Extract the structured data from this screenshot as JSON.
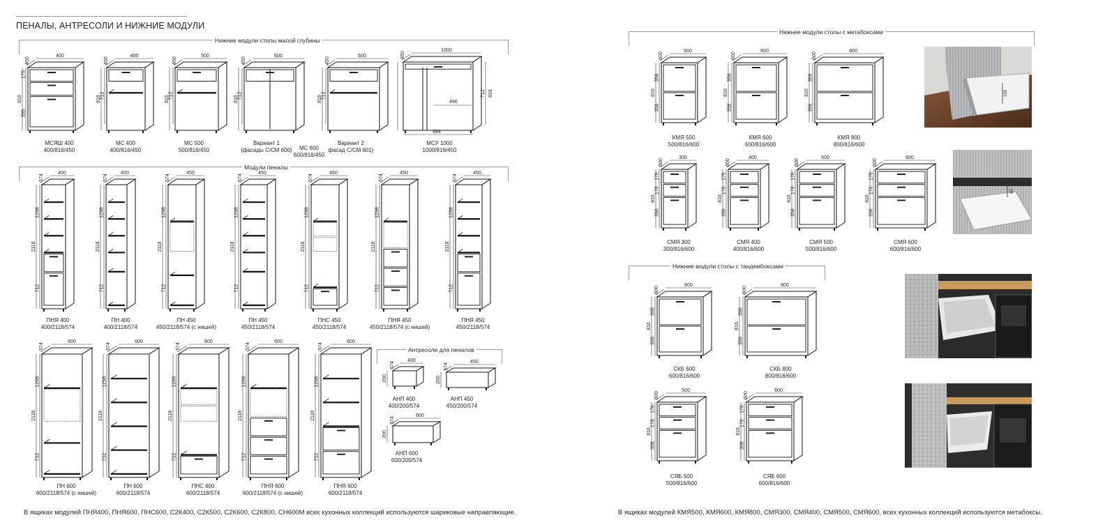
{
  "page_title": "ПЕНАЛЫ, АНТРЕСОЛИ И НИЖНИЕ МОДУЛИ",
  "sections": {
    "shallow": "Нижние модули столы малой глубины",
    "tall": "Модули пеналы",
    "mezz": "Антресоли для пеналов",
    "metabox": "Нижние модули столы с метабоксами",
    "tandem": "Нижние модули столы с тандембоксами"
  },
  "shallow_modules": [
    {
      "name": "МСЯШ 400",
      "dims": "400/816/450",
      "w": "400",
      "d": "450",
      "h": "816"
    },
    {
      "name": "МС 400",
      "dims": "400/816/450",
      "w": "400",
      "d": "450",
      "h": "816"
    },
    {
      "name": "МС 500",
      "dims": "500/816/450",
      "w": "500",
      "d": "450",
      "h": "816"
    },
    {
      "name": "Вариант 1",
      "dims": "(фасады С/СМ 600)",
      "w": "600",
      "d": "450",
      "h": "816"
    },
    {
      "name": "МС 600",
      "dims": "600/816/450"
    },
    {
      "name": "Вариант 2",
      "dims": "фасад С/СМ 601)",
      "w": "600",
      "d": "450",
      "h": "816"
    },
    {
      "name": "МСУ 1000",
      "dims": "1000/816/450",
      "w": "1000",
      "d": "450",
      "h": "816",
      "inner": "496",
      "base": "884"
    }
  ],
  "tall_row1": [
    {
      "name": "ПНЯ 400",
      "dims": "400/2118/574",
      "w": "400"
    },
    {
      "name": "ПН 400",
      "dims": "400/2118/574",
      "w": "400"
    },
    {
      "name": "ПН 450",
      "dims": "450/2118/574 (с нишей)",
      "w": "450"
    },
    {
      "name": "ПН 450",
      "dims": "450/2118/574",
      "w": "450"
    },
    {
      "name": "ПНС 450",
      "dims": "450/2118/574",
      "w": "450"
    },
    {
      "name": "ПНЯ 450",
      "dims": "450/2118/574 (с нишей)",
      "w": "450"
    },
    {
      "name": "ПНЯ 450",
      "dims": "450/2118/574",
      "w": "450"
    }
  ],
  "tall_row2": [
    {
      "name": "ПН 600",
      "dims": "600/2118/574 (с нишей)",
      "w": "600"
    },
    {
      "name": "ПН 600",
      "dims": "600/2118/574",
      "w": "600"
    },
    {
      "name": "ПНС 600",
      "dims": "600/2118/574",
      "w": "600"
    },
    {
      "name": "ПНЯ 600",
      "dims": "600/2118/574 (с нишей)",
      "w": "600"
    },
    {
      "name": "ПНЯ 600",
      "dims": "600/2118/574",
      "w": "600"
    }
  ],
  "mezzanines": [
    {
      "name": "АНП 400",
      "dims": "400/200/574",
      "w": "400"
    },
    {
      "name": "АНП 450",
      "dims": "450/200/574",
      "w": "450"
    },
    {
      "name": "АНП 600",
      "dims": "600/200/574",
      "w": "600"
    }
  ],
  "metabox_2": [
    {
      "name": "КМЯ 500",
      "dims": "500/816/600",
      "w": "500"
    },
    {
      "name": "КМЯ 600",
      "dims": "600/816/600",
      "w": "600"
    },
    {
      "name": "КМЯ 800",
      "dims": "800/816/600",
      "w": "800"
    }
  ],
  "metabox_3": [
    {
      "name": "СМЯ 300",
      "dims": "300/816/600",
      "w": "300"
    },
    {
      "name": "СМЯ 400",
      "dims": "400/816/600",
      "w": "400"
    },
    {
      "name": "СМЯ 500",
      "dims": "500/816/600",
      "w": "500"
    },
    {
      "name": "СМЯ 600",
      "dims": "600/816/600",
      "w": "600"
    }
  ],
  "tandem_2": [
    {
      "name": "СКБ 600",
      "dims": "600/816/600",
      "w": "600"
    },
    {
      "name": "СКБ 800",
      "dims": "800/816/600",
      "w": "800"
    }
  ],
  "tandem_3": [
    {
      "name": "СЯБ 500",
      "dims": "500/816/600",
      "w": "500"
    },
    {
      "name": "СЯБ 600",
      "dims": "600/816/600",
      "w": "600"
    }
  ],
  "dims_common": {
    "depth_tall": "574",
    "height_tall": "2118",
    "depth_base": "600",
    "height_base": "816",
    "half": "356",
    "third": "176"
  },
  "footnote_left": "В ящиках модулей ПНЯ400, ПНЯ600, ПНС600, С2К400, С2К500, С2К600, С2К800, СН600М всех кухонных коллекций используются шариковые направляющие.",
  "footnote_right": "В ящиках модулей КМЯ500, КМЯ600, КМЯ800, СМЯ300, СМЯ400, СМЯ500, СМЯ600, всех кухонных коллекций используются метабоксы.",
  "photo_labels": {
    "p1": "150",
    "p2": "80"
  }
}
